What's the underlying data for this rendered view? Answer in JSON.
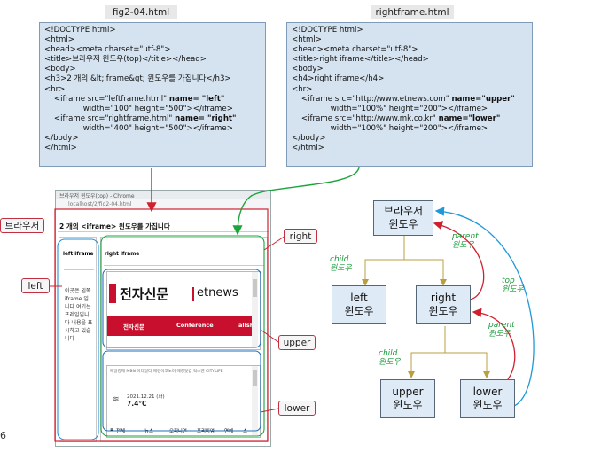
{
  "files": {
    "left_title": "fig2-04.html",
    "right_title": "rightframe.html"
  },
  "code_left": [
    "<!DOCTYPE html>",
    "<html>",
    "<head><meta charset=\"utf-8\">",
    "<title>브라우저 윈도우(top)</title></head>",
    "<body>",
    "<h3>2 개의 &lt;iframe&gt; 윈도우를 가집니다</h3>",
    "<hr>",
    "    <iframe src=\"leftframe.html\" name= \"left\"",
    "                width=\"100\" height=\"500\"></iframe>",
    "    <iframe src=\"rightframe.html\" name= \"right\"",
    "                width=\"400\" height=\"500\"></iframe>",
    "</body>",
    "</html>"
  ],
  "code_right": [
    "<!DOCTYPE html>",
    "<html>",
    "<head><meta charset=\"utf-8\">",
    "<title>right iframe</title></head>",
    "<body>",
    "<h4>right iframe</h4>",
    "<hr>",
    "    <iframe src=\"http://www.etnews.com\" name=\"upper\"",
    "                width=\"100%\" height=\"200\"></iframe>",
    "    <iframe src=\"http://www.mk.co.kr\" name=\"lower\"",
    "                width=\"100%\" height=\"200\"></iframe>",
    "</body>",
    "</html>"
  ],
  "browser": {
    "window_title": "브라우저 윈도우(top) - Chrome",
    "address": "localhost/2/fig2-04.html",
    "heading": "2 개의 <iframe> 윈도우를 가집니다",
    "left_heading": "left iframe",
    "left_text": "이곳은 왼쪽 iframe 입니다 여기는 프레임입니다 내용을 표시하고 있습니다",
    "right_heading": "right iframe",
    "etnews_logo": "전자신문",
    "etnews_brand": "etnews",
    "etnews_nav": [
      "전자신문",
      "Conference",
      "allshow"
    ],
    "mk_top": "매일경제  MBN  이데일리  매경이코노미  매경닷컴  럭스맨  CITYLIFE",
    "mk_date": "2021.12.21 (화)",
    "mk_temp": "7.4°C",
    "mk_nav": [
      "전체",
      "뉴스",
      "오피니언",
      "프리미엄",
      "연예",
      "스"
    ]
  },
  "callouts": {
    "browser": "브라우저",
    "left": "left",
    "right": "right",
    "upper": "upper",
    "lower": "lower"
  },
  "tree": {
    "root": [
      "브라우저",
      "윈도우"
    ],
    "left": [
      "left",
      "윈도우"
    ],
    "right": [
      "right",
      "윈도우"
    ],
    "upper": [
      "upper",
      "윈도우"
    ],
    "lower": [
      "lower",
      "윈도우"
    ]
  },
  "edge_labels": {
    "child1": [
      "child",
      "윈도우"
    ],
    "child2": [
      "child",
      "윈도우"
    ],
    "parent1": [
      "parent",
      "윈도우"
    ],
    "parent2": [
      "parent",
      "윈도우"
    ],
    "top": [
      "top",
      "윈도우"
    ]
  },
  "page_number": "6",
  "colors": {
    "code_bg": "#d5e3f0",
    "node_bg": "#deeaf5",
    "red": "#d0202e",
    "green": "#1aa43a",
    "blue": "#1e9ad8",
    "gold": "#b8a040"
  }
}
